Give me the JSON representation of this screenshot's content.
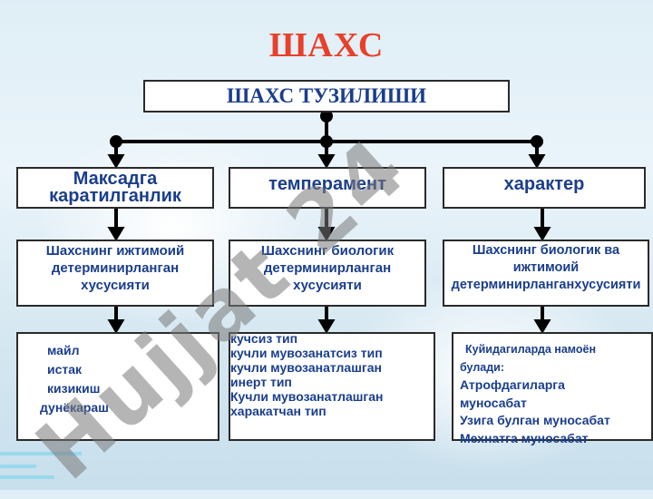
{
  "title": "ШАХС",
  "root": "ШАХС ТУЗИЛИШИ",
  "columns": [
    {
      "heading": [
        "Максадга",
        "каратилганлик"
      ],
      "description": [
        "Шахснинг ижтимоий",
        "детерминирланган",
        "хусусияти"
      ],
      "items": [
        "майл",
        "истак",
        "кизикиш",
        "дунёкараш"
      ]
    },
    {
      "heading": [
        "темперамент"
      ],
      "description": [
        "Шахснинг биологик",
        "детерминирланган",
        "хусусияти"
      ],
      "items": [
        "кучсиз тип",
        "кучли мувозанатсиз тип",
        "кучли мувозанатлашган",
        "инерт тип",
        "Кучли мувозанатлашган",
        "харакатчан тип"
      ]
    },
    {
      "heading": [
        "характер"
      ],
      "description": [
        "Шахснинг биологик ва",
        "ижтимоий",
        "детерминирланганхусусияти"
      ],
      "items": [
        "Куйидагиларда намоён",
        "булади:",
        "Атрофдагиларга",
        "муносабат",
        "Узига булган муносабат",
        "Мехнатга муносабат"
      ]
    }
  ],
  "watermark": "Hujjat 24",
  "colors": {
    "title": "#e8402a",
    "text": "#1a3e8c",
    "border": "#2a2a2a",
    "connector": "#000000"
  }
}
